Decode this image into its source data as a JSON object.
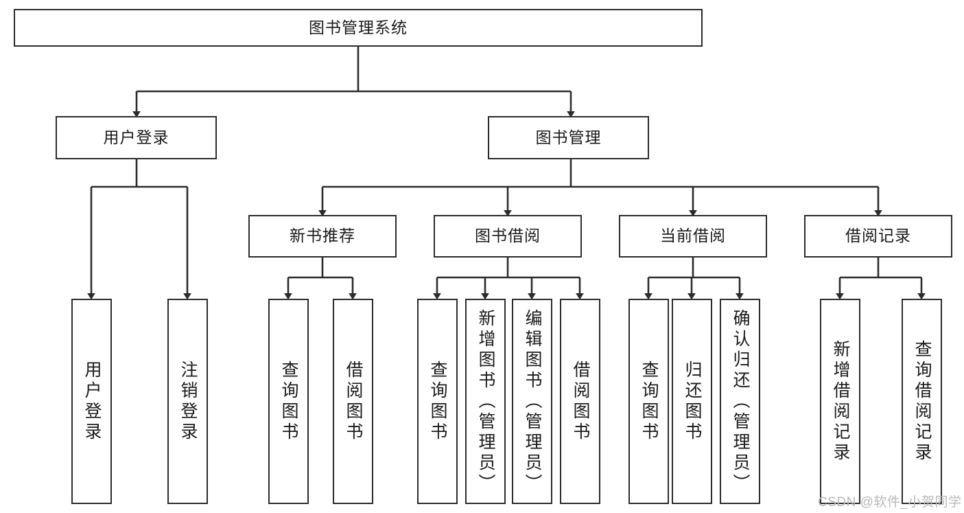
{
  "diagram": {
    "title": "图书管理系统",
    "type": "tree-hierarchy-diagram",
    "colors": {
      "stroke": "#2b2b2b",
      "fill": "#ffffff",
      "text": "#1a1a1a",
      "watermark": "#b9b9b9"
    },
    "root": {
      "id": "root",
      "label": "图书管理系统"
    },
    "level2": [
      {
        "id": "user-login",
        "label": "用户登录"
      },
      {
        "id": "book-manage",
        "label": "图书管理"
      }
    ],
    "level3": [
      {
        "id": "new-book-recommend",
        "label": "新书推荐"
      },
      {
        "id": "book-borrow",
        "label": "图书借阅"
      },
      {
        "id": "current-borrow",
        "label": "当前借阅"
      },
      {
        "id": "borrow-record",
        "label": "借阅记录"
      }
    ],
    "leaves": [
      {
        "id": "leaf-user-login",
        "label": "用户登录",
        "parent": "user-login"
      },
      {
        "id": "leaf-user-logout",
        "label": "注销登录",
        "parent": "user-login"
      },
      {
        "id": "leaf-query-book-1",
        "label": "查询图书",
        "parent": "new-book-recommend"
      },
      {
        "id": "leaf-borrow-book-1",
        "label": "借阅图书",
        "parent": "new-book-recommend"
      },
      {
        "id": "leaf-query-book-2",
        "label": "查询图书",
        "parent": "book-borrow"
      },
      {
        "id": "leaf-add-book",
        "label": "新增图书（管理员）",
        "parent": "book-borrow"
      },
      {
        "id": "leaf-edit-book",
        "label": "编辑图书（管理员）",
        "parent": "book-borrow"
      },
      {
        "id": "leaf-borrow-book-2",
        "label": "借阅图书",
        "parent": "book-borrow"
      },
      {
        "id": "leaf-query-book-3",
        "label": "查询图书",
        "parent": "current-borrow"
      },
      {
        "id": "leaf-return-book",
        "label": "归还图书",
        "parent": "current-borrow"
      },
      {
        "id": "leaf-confirm-return",
        "label": "确认归还（管理员）",
        "parent": "current-borrow"
      },
      {
        "id": "leaf-add-record",
        "label": "新增借阅记录",
        "parent": "borrow-record"
      },
      {
        "id": "leaf-query-record",
        "label": "查询借阅记录",
        "parent": "borrow-record"
      }
    ],
    "watermark": "CSDN @软件_小贺同学"
  }
}
